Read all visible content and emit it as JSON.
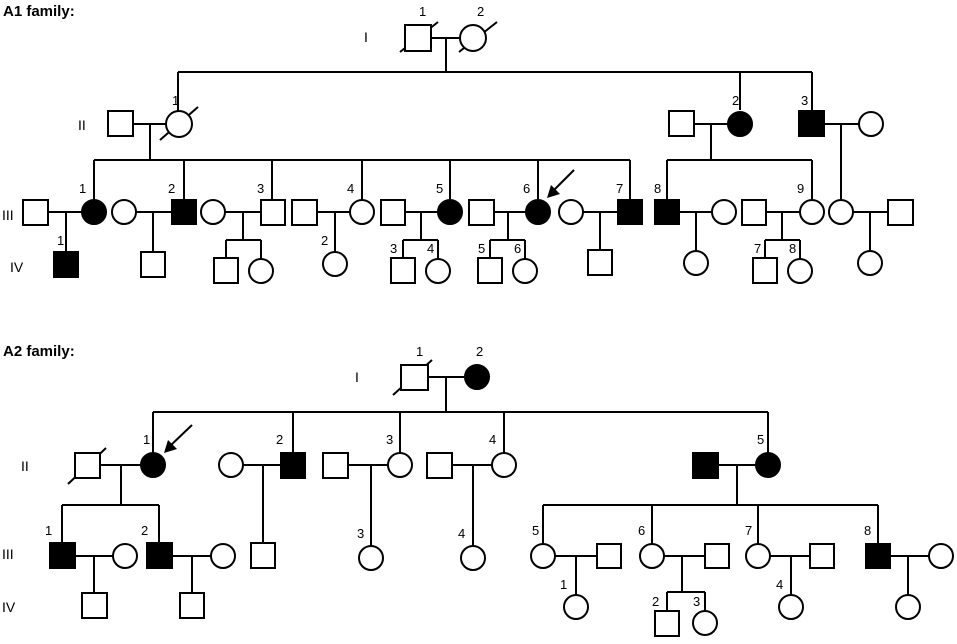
{
  "families": [
    {
      "title": "A1 family:",
      "generation_labels": [
        "I",
        "II",
        "III",
        "IV"
      ],
      "proband_marker": "arrow-icon",
      "affected_fill": "#000000",
      "unaffected_fill": "#ffffff"
    },
    {
      "title": "A2 family:",
      "generation_labels": [
        "I",
        "II",
        "III",
        "IV"
      ],
      "proband_marker": "arrow-icon",
      "affected_fill": "#000000",
      "unaffected_fill": "#ffffff"
    }
  ],
  "a1": {
    "I": [
      "1",
      "2"
    ],
    "II": [
      "1",
      "2",
      "3"
    ],
    "III": [
      "1",
      "2",
      "3",
      "4",
      "5",
      "6",
      "7",
      "8",
      "9"
    ],
    "IV": [
      "1",
      "2",
      "3",
      "4",
      "5",
      "6",
      "7",
      "8"
    ]
  },
  "a2": {
    "I": [
      "1",
      "2"
    ],
    "II": [
      "1",
      "2",
      "3",
      "4",
      "5"
    ],
    "III": [
      "1",
      "2",
      "3",
      "4",
      "5",
      "6",
      "7",
      "8"
    ],
    "IV": [
      "1",
      "2",
      "3",
      "4"
    ]
  }
}
